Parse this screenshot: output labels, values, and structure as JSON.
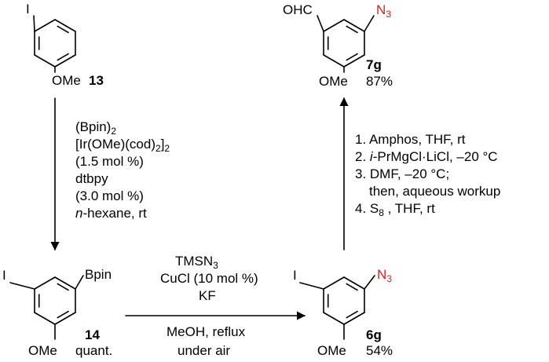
{
  "colors": {
    "bond": "#000000",
    "azide": "#e0201b"
  },
  "compounds": {
    "c13": {
      "substituent_iodo": "I",
      "substituent_ome": "OMe",
      "number": "13"
    },
    "c14": {
      "substituent_iodo": "I",
      "substituent_bpin": "Bpin",
      "substituent_ome": "OMe",
      "number": "14",
      "yield": "quant."
    },
    "c6g": {
      "substituent_iodo": "I",
      "azide_main": "N",
      "azide_sub": "3",
      "substituent_ome": "OMe",
      "number": "6g",
      "yield": "54%"
    },
    "c7g": {
      "substituent_cho": "OHC",
      "azide_main": "N",
      "azide_sub": "3",
      "substituent_ome": "OMe",
      "number": "7g",
      "yield": "87%"
    }
  },
  "step1": {
    "line1": {
      "main": "(Bpin)",
      "sub": "2"
    },
    "line2": {
      "a": "[Ir(OMe)(cod)",
      "sub1": "2",
      "b": "]",
      "sub2": "2"
    },
    "line3": "(1.5 mol %)",
    "line4": "dtbpy",
    "line5": "(3.0 mol %)",
    "line6": {
      "italic": "n",
      "rest": "-hexane, rt"
    }
  },
  "step2": {
    "above1": {
      "main": "TMSN",
      "sub": "3"
    },
    "above2": "CuCl (10 mol %)",
    "above3": "KF",
    "below1": "MeOH, reflux",
    "below2": "under air"
  },
  "step3": {
    "line1": "1. Amphos, THF, rt",
    "line2": {
      "num": "2. ",
      "italic": "i",
      "rest": "-PrMgCl·LiCl, –20 °C"
    },
    "line3": "3. DMF, –20 °C;",
    "line4": "then, aqueous workup",
    "line5": {
      "a": "4. S",
      "sub": "8",
      "b": " , THF, rt"
    }
  }
}
